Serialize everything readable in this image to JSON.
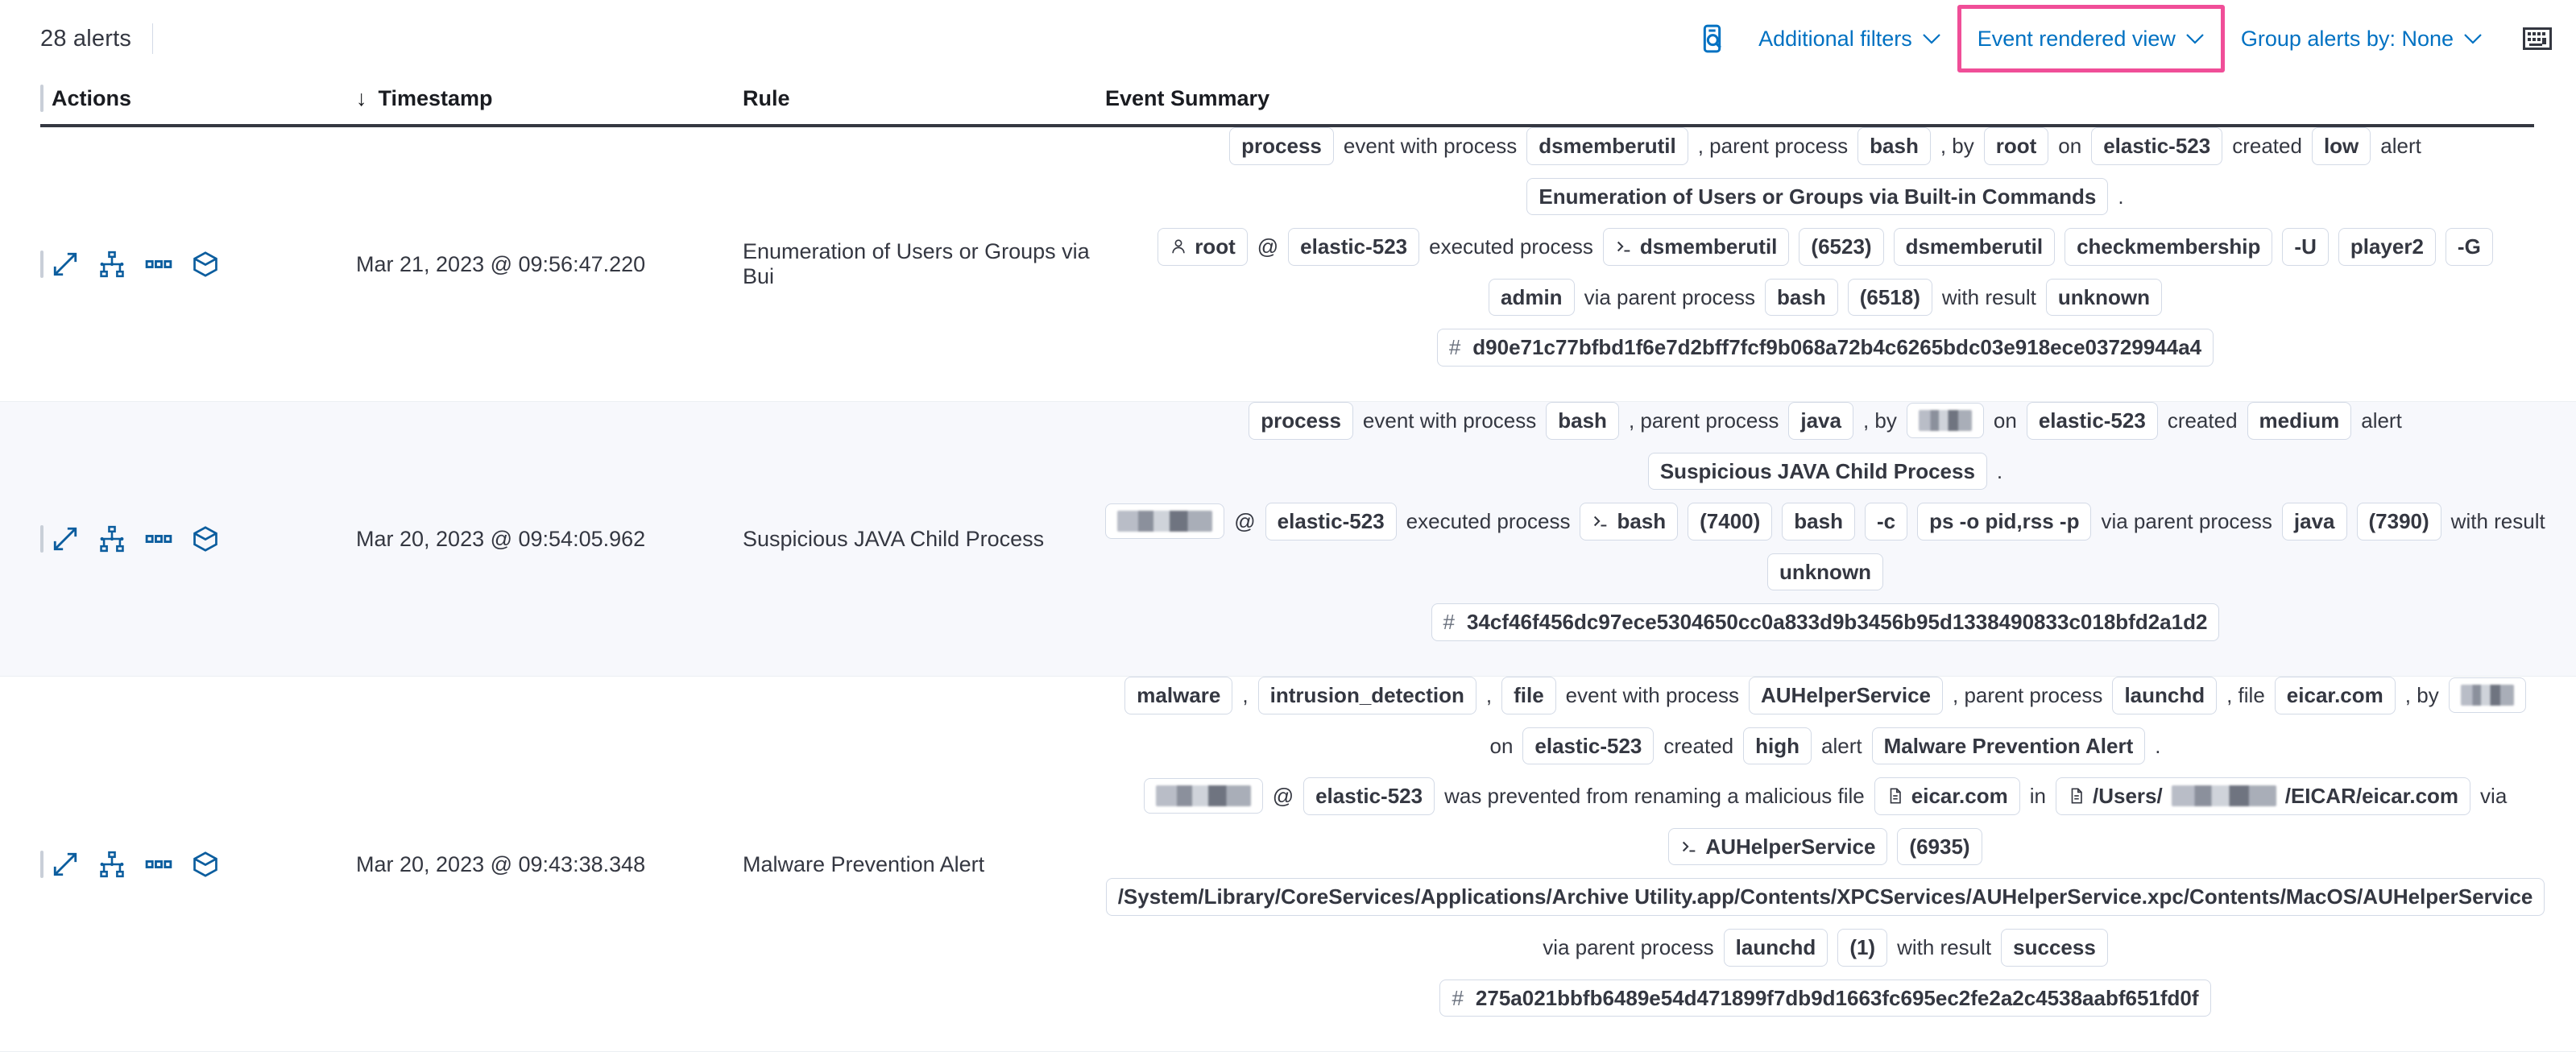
{
  "toolbar": {
    "alerts_count_label": "28 alerts",
    "inspect_icon": "inspect-search-icon",
    "additional_filters_label": "Additional filters",
    "event_rendered_view_label": "Event rendered view",
    "group_alerts_by_label": "Group alerts by: None",
    "keyboard_icon": "keyboard-icon",
    "chevron": "⌄",
    "highlight_color": "#f04e98",
    "link_color": "#0071c2"
  },
  "table": {
    "headers": {
      "select_all": "",
      "actions": "Actions",
      "timestamp": "Timestamp",
      "rule": "Rule",
      "event_summary": "Event Summary"
    },
    "sort_indicator": "↓",
    "row_actions": [
      "expand-icon",
      "analyzer-icon",
      "more-actions-icon",
      "session-view-icon"
    ]
  },
  "rows": [
    {
      "timestamp": "Mar 21, 2023 @ 09:56:47.220",
      "rule": "Enumeration of Users or Groups via Bui",
      "summary": [
        [
          {
            "t": "badge",
            "v": "process"
          },
          {
            "t": "text",
            "v": "event with process"
          },
          {
            "t": "badge",
            "v": "dsmemberutil"
          },
          {
            "t": "text",
            "v": ", parent process"
          },
          {
            "t": "badge",
            "v": "bash"
          },
          {
            "t": "text",
            "v": ", by"
          },
          {
            "t": "badge",
            "v": "root"
          },
          {
            "t": "text",
            "v": "on"
          },
          {
            "t": "badge",
            "v": "elastic-523"
          },
          {
            "t": "text",
            "v": "created"
          },
          {
            "t": "badge",
            "v": "low"
          },
          {
            "t": "text",
            "v": "alert"
          }
        ],
        [
          {
            "t": "badge",
            "v": "Enumeration of Users or Groups via Built-in Commands"
          },
          {
            "t": "text",
            "v": "."
          }
        ],
        [
          {
            "t": "badge",
            "v": "root",
            "icon": "user-icon"
          },
          {
            "t": "text",
            "v": "@"
          },
          {
            "t": "badge",
            "v": "elastic-523"
          },
          {
            "t": "text",
            "v": "executed process"
          },
          {
            "t": "badge",
            "v": "dsmemberutil",
            "icon": "process-icon"
          },
          {
            "t": "badge",
            "v": "(6523)"
          },
          {
            "t": "badge",
            "v": "dsmemberutil"
          },
          {
            "t": "badge",
            "v": "checkmembership"
          },
          {
            "t": "badge",
            "v": "-U"
          },
          {
            "t": "badge",
            "v": "player2"
          },
          {
            "t": "badge",
            "v": "-G"
          }
        ],
        [
          {
            "t": "badge",
            "v": "admin"
          },
          {
            "t": "text",
            "v": "via parent process"
          },
          {
            "t": "badge",
            "v": "bash"
          },
          {
            "t": "badge",
            "v": "(6518)"
          },
          {
            "t": "text",
            "v": "with result"
          },
          {
            "t": "badge",
            "v": "unknown"
          }
        ],
        [
          {
            "t": "badge",
            "v": "d90e71c77bfbd1f6e7d2bff7fcf9b068a72b4c6265bdc03e918ece03729944a4",
            "hash": true
          }
        ]
      ]
    },
    {
      "timestamp": "Mar 20, 2023 @ 09:54:05.962",
      "rule": "Suspicious JAVA Child Process",
      "summary": [
        [
          {
            "t": "badge",
            "v": "process"
          },
          {
            "t": "text",
            "v": "event with process"
          },
          {
            "t": "badge",
            "v": "bash"
          },
          {
            "t": "text",
            "v": ", parent process"
          },
          {
            "t": "badge",
            "v": "java"
          },
          {
            "t": "text",
            "v": ", by"
          },
          {
            "t": "badge",
            "v": "",
            "redact": "mid"
          },
          {
            "t": "text",
            "v": "on"
          },
          {
            "t": "badge",
            "v": "elastic-523"
          },
          {
            "t": "text",
            "v": "created"
          },
          {
            "t": "badge",
            "v": "medium"
          },
          {
            "t": "text",
            "v": "alert"
          }
        ],
        [
          {
            "t": "badge",
            "v": "Suspicious JAVA Child Process"
          },
          {
            "t": "text",
            "v": "."
          }
        ],
        [
          {
            "t": "badge",
            "v": "",
            "redact": "wide"
          },
          {
            "t": "text",
            "v": "@"
          },
          {
            "t": "badge",
            "v": "elastic-523"
          },
          {
            "t": "text",
            "v": "executed process"
          },
          {
            "t": "badge",
            "v": "bash",
            "icon": "process-icon"
          },
          {
            "t": "badge",
            "v": "(7400)"
          },
          {
            "t": "badge",
            "v": "bash"
          },
          {
            "t": "badge",
            "v": "-c"
          },
          {
            "t": "badge",
            "v": "ps -o pid,rss -p"
          },
          {
            "t": "text",
            "v": "via parent process"
          },
          {
            "t": "badge",
            "v": "java"
          },
          {
            "t": "badge",
            "v": "(7390)"
          },
          {
            "t": "text",
            "v": "with result"
          }
        ],
        [
          {
            "t": "badge",
            "v": "unknown"
          }
        ],
        [
          {
            "t": "badge",
            "v": "34cf46f456dc97ece5304650cc0a833d9b3456b95d1338490833c018bfd2a1d2",
            "hash": true
          }
        ]
      ]
    },
    {
      "timestamp": "Mar 20, 2023 @ 09:43:38.348",
      "rule": "Malware Prevention Alert",
      "summary": [
        [
          {
            "t": "badge",
            "v": "malware"
          },
          {
            "t": "text",
            "v": ","
          },
          {
            "t": "badge",
            "v": "intrusion_detection"
          },
          {
            "t": "text",
            "v": ","
          },
          {
            "t": "badge",
            "v": "file"
          },
          {
            "t": "text",
            "v": "event with process"
          },
          {
            "t": "badge",
            "v": "AUHelperService"
          },
          {
            "t": "text",
            "v": ", parent process"
          },
          {
            "t": "badge",
            "v": "launchd"
          },
          {
            "t": "text",
            "v": ", file"
          },
          {
            "t": "badge",
            "v": "eicar.com"
          },
          {
            "t": "text",
            "v": ", by"
          },
          {
            "t": "badge",
            "v": "",
            "redact": "mid"
          }
        ],
        [
          {
            "t": "text",
            "v": "on"
          },
          {
            "t": "badge",
            "v": "elastic-523"
          },
          {
            "t": "text",
            "v": "created"
          },
          {
            "t": "badge",
            "v": "high"
          },
          {
            "t": "text",
            "v": "alert"
          },
          {
            "t": "badge",
            "v": "Malware Prevention Alert"
          },
          {
            "t": "text",
            "v": "."
          }
        ],
        [
          {
            "t": "badge",
            "v": "",
            "redact": "wide"
          },
          {
            "t": "text",
            "v": "@"
          },
          {
            "t": "badge",
            "v": "elastic-523"
          },
          {
            "t": "text",
            "v": "was prevented from renaming a malicious file"
          },
          {
            "t": "badge",
            "v": "eicar.com",
            "icon": "file-icon"
          },
          {
            "t": "text",
            "v": "in"
          },
          {
            "t": "badge",
            "v": "/Users/",
            "icon": "file-icon",
            "suffix": "/EICAR/eicar.com",
            "redact": "inline-path"
          },
          {
            "t": "text",
            "v": "via"
          }
        ],
        [
          {
            "t": "badge",
            "v": "AUHelperService",
            "icon": "process-icon"
          },
          {
            "t": "badge",
            "v": "(6935)"
          }
        ],
        [
          {
            "t": "badge",
            "v": "/System/Library/CoreServices/Applications/Archive Utility.app/Contents/XPCServices/AUHelperService.xpc/Contents/MacOS/AUHelperService"
          }
        ],
        [
          {
            "t": "text",
            "v": "via parent process"
          },
          {
            "t": "badge",
            "v": "launchd"
          },
          {
            "t": "badge",
            "v": "(1)"
          },
          {
            "t": "text",
            "v": "with result"
          },
          {
            "t": "badge",
            "v": "success"
          }
        ],
        [
          {
            "t": "badge",
            "v": "275a021bbfb6489e54d471899f7db9d1663fc695ec2fe2a2c4538aabf651fd0f",
            "hash": true
          }
        ]
      ]
    }
  ]
}
